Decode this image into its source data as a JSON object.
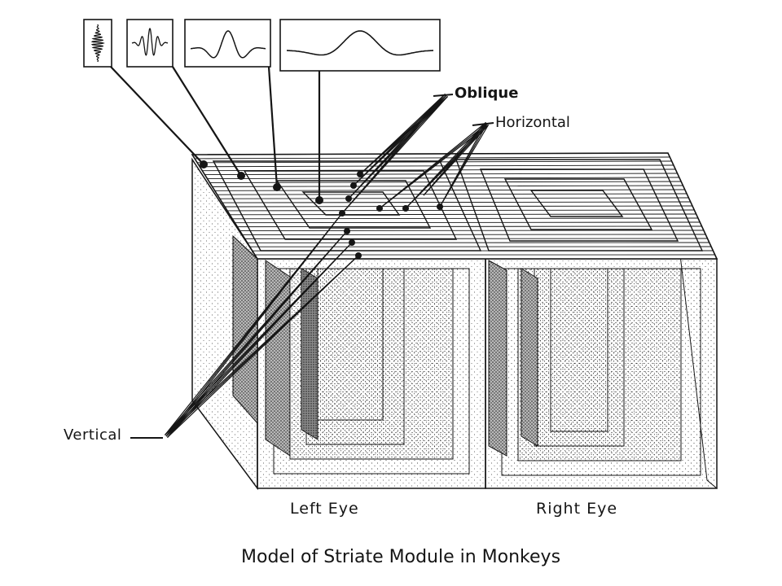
{
  "labels": {
    "oblique": "Oblique",
    "horizontal": "Horizontal",
    "vertical": "Vertical",
    "left_eye": "Left Eye",
    "right_eye": "Right Eye"
  },
  "caption": "Model of Striate Module in Monkeys",
  "colors": {
    "ink": "#151515",
    "background": "#ffffff",
    "stipple": "#3a3a3a"
  }
}
